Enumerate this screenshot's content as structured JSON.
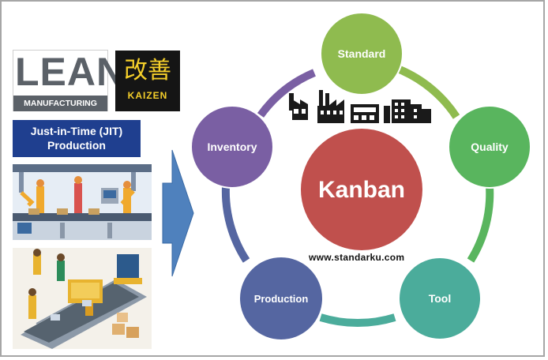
{
  "logos": {
    "lean_word": "LEAN",
    "lean_sub": "MANUFACTURING",
    "kaizen_kanji": "改善",
    "kaizen_label": "KAIZEN"
  },
  "jit": {
    "line1": "Just-in-Time (JIT)",
    "line2": "Production"
  },
  "center": {
    "label": "Kanban"
  },
  "nodes": {
    "standard": "Standard",
    "quality": "Quality",
    "tool": "Tool",
    "production": "Production",
    "inventory": "Inventory"
  },
  "colors": {
    "standard": "#8fbb4f",
    "quality": "#59b55e",
    "tool": "#4bac9b",
    "production": "#5566a1",
    "inventory": "#7a5fa3",
    "center": "#c0504d",
    "arrow": "#4f81bd"
  },
  "website": "www.standarku.com"
}
